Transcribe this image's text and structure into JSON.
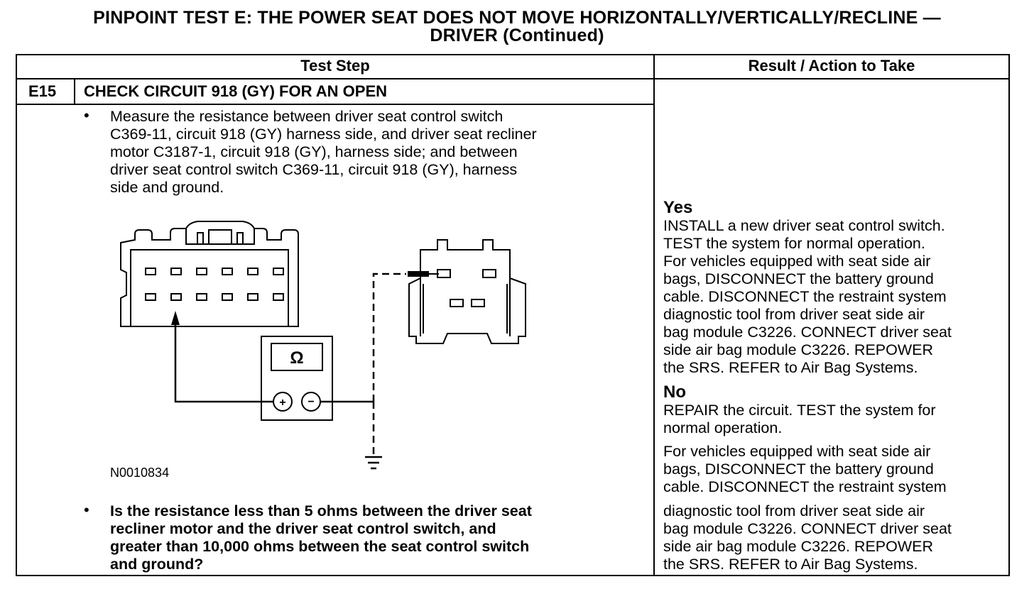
{
  "title": {
    "line1": "PINPOINT TEST  E: THE POWER SEAT DOES NOT MOVE HORIZONTALLY/VERTICALLY/RECLINE —",
    "line2": "DRIVER (Continued)"
  },
  "table": {
    "header_left": "Test Step",
    "header_right": "Result / Action to Take"
  },
  "step": {
    "id": "E15",
    "title": "CHECK CIRCUIT 918 (GY) FOR AN OPEN",
    "bullet": "•",
    "instruction_lines": [
      "Measure the resistance between driver seat control switch",
      "C369-11, circuit 918 (GY) harness side, and driver seat recliner",
      "motor C3187-1, circuit 918 (GY), harness side; and between",
      "driver seat control switch C369-11, circuit 918 (GY), harness",
      "side and ground."
    ],
    "figure_id": "N0010834",
    "meter_symbol": "Ω",
    "question_lines": [
      "Is the resistance less than 5 ohms between the driver seat",
      "recliner motor and the driver seat control switch, and",
      "greater than 10,000 ohms between the seat control switch",
      "and ground?"
    ]
  },
  "results": {
    "yes_label": "Yes",
    "yes_lines": [
      "INSTALL a new driver seat control switch.",
      "TEST the system for normal operation.",
      "For vehicles equipped with seat side air",
      "bags, DISCONNECT the battery ground",
      "cable. DISCONNECT the restraint system",
      "diagnostic tool from driver seat side air",
      "bag module C3226. CONNECT driver seat",
      "side air bag module C3226. REPOWER",
      "the SRS.  REFER to Air Bag Systems."
    ],
    "no_label": "No",
    "no_lines": [
      "REPAIR the circuit. TEST the system for",
      "normal operation."
    ],
    "no_lines_2": [
      "For vehicles equipped with seat side air",
      "bags, DISCONNECT the battery ground",
      "cable. DISCONNECT the restraint system"
    ],
    "no_lines_3": [
      "diagnostic tool from driver seat side air",
      "bag module C3226. CONNECT driver seat",
      "side air bag module C3226. REPOWER",
      "the SRS.  REFER to Air Bag Systems."
    ]
  }
}
